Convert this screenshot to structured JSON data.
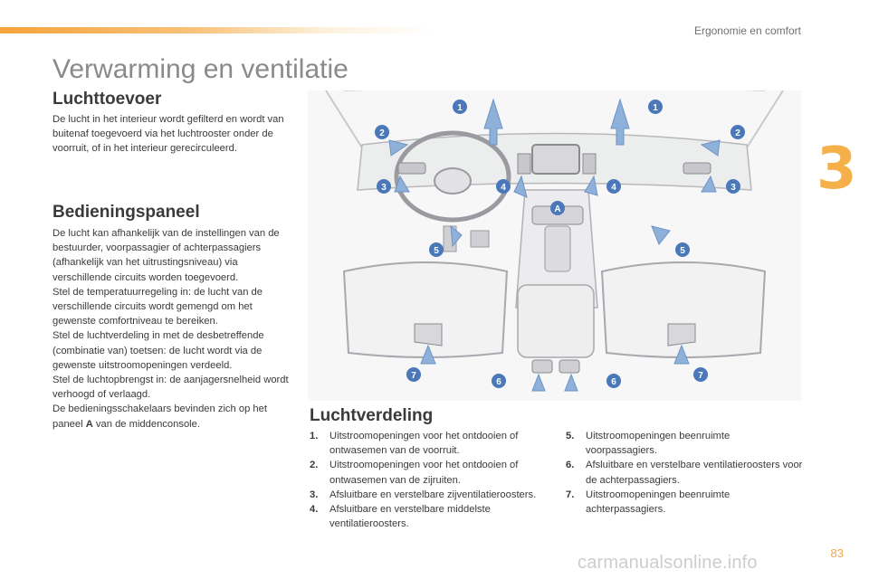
{
  "header": {
    "section": "Ergonomie en comfort",
    "chapter": "3"
  },
  "page_title": "Verwarming en ventilatie",
  "luchttoevoer": {
    "heading": "Luchttoevoer",
    "text": "De lucht in het interieur wordt gefilterd en wordt van buitenaf toegevoerd via het luchtrooster onder de voorruit, of in het interieur gerecirculeerd."
  },
  "bedieningspaneel": {
    "heading": "Bedieningspaneel",
    "paragraphs": [
      "De lucht kan afhankelijk van de instellingen van de bestuurder, voorpassagier of achterpassagiers (afhankelijk van het uitrustingsniveau) via verschillende circuits worden toegevoerd.",
      "Stel de temperatuurregeling in: de lucht van de verschillende circuits wordt gemengd om het gewenste comfortniveau te bereiken.",
      "Stel de luchtverdeling in met de desbetreffende (combinatie van) toetsen: de lucht wordt via de gewenste uitstroomopeningen verdeeld.",
      "Stel de luchtopbrengst in: de aanjagersnelheid wordt verhoogd of verlaagd."
    ],
    "last_before": "De bedieningsschakelaars bevinden zich op het paneel ",
    "last_bold": "A",
    "last_after": " van de middenconsole."
  },
  "luchtverdeling": {
    "heading": "Luchtverdeling",
    "items_left": [
      {
        "num": "1.",
        "text": "Uitstroomopeningen voor het ontdooien of ontwasemen van de voorruit."
      },
      {
        "num": "2.",
        "text": "Uitstroomopeningen voor het ontdooien of ontwasemen van de zijruiten."
      },
      {
        "num": "3.",
        "text": "Afsluitbare en verstelbare zijventilatieroosters."
      },
      {
        "num": "4.",
        "text": "Afsluitbare en verstelbare middelste ventilatieroosters."
      }
    ],
    "items_right": [
      {
        "num": "5.",
        "text": "Uitstroomopeningen beenruimte voorpassagiers."
      },
      {
        "num": "6.",
        "text": "Afsluitbare en verstelbare ventilatieroosters voor de achterpassagiers."
      },
      {
        "num": "7.",
        "text": "Uitstroomopeningen beenruimte achterpassagiers."
      }
    ]
  },
  "illustration": {
    "callouts": {
      "c1a": "1",
      "c1b": "1",
      "c2a": "2",
      "c2b": "2",
      "c3a": "3",
      "c3b": "3",
      "c4a": "4",
      "c4b": "4",
      "c5a": "5",
      "c5b": "5",
      "c6a": "6",
      "c6b": "6",
      "c7a": "7",
      "c7b": "7",
      "cA": "A"
    }
  },
  "footer": {
    "page_number": "83",
    "watermark": "carmanualsonline.info"
  },
  "colors": {
    "accent_orange": "#f6a33a",
    "callout_blue": "#4a78b8",
    "arrow_blue": "#8fb0d8"
  }
}
